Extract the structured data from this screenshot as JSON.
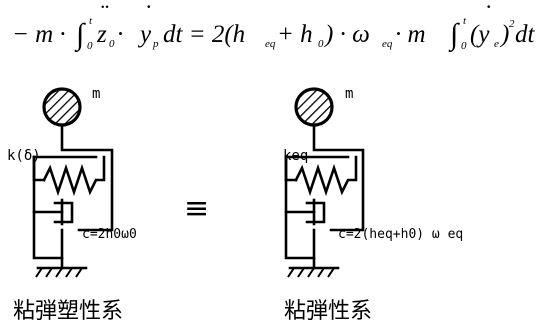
{
  "equation": {
    "lhs": "− m · ∫ z̈₀ · ẏₚ dt",
    "rhs": "= 2(h_eq + h₀) · ω_eq · m ∫ (ẏₑ)² dt",
    "parts": {
      "minus_m": "− m · ",
      "int_lower": "0",
      "int_upper": "t",
      "z": "z",
      "z_sub": "0",
      "dot1": " · ",
      "y": "y",
      "y_sub_p": "p",
      "dt1": "dt = 2(h",
      "heq_sub": "eq",
      "plus_h": " + h",
      "h0_sub": "0",
      "close_omega": ") · ω",
      "omega_sub": "eq",
      "dot_m": " · m",
      "y2": "(y",
      "y_sub_e": "e",
      "close_sq": ")",
      "sq": "2",
      "dt2": " dt"
    }
  },
  "left_model": {
    "mass_label": "m",
    "spring_label": "k(δ)",
    "damper_label": "c=2h0ω0",
    "caption": "粘弾塑性系"
  },
  "equiv_symbol": "≡",
  "right_model": {
    "mass_label": "m",
    "spring_label": "keq",
    "damper_label": "c=2(heq+h0) ω eq",
    "caption": "粘弾性系"
  }
}
